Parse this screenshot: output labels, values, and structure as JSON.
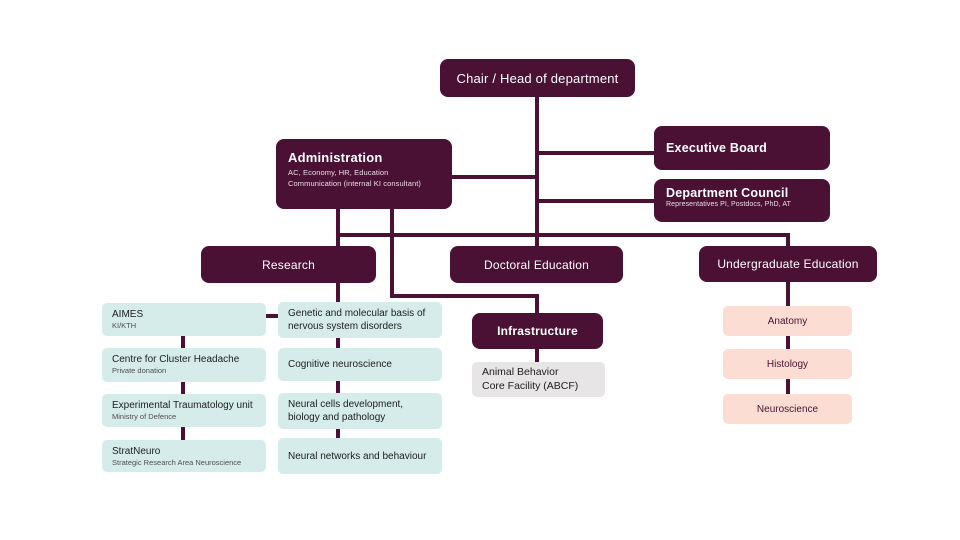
{
  "colors": {
    "maroon": "#4A1135",
    "teal": "#D6ECEA",
    "pink": "#FBDDD3",
    "gray": "#E7E5E5"
  },
  "nodes": {
    "chair": {
      "label": "Chair / Head of department"
    },
    "administration": {
      "label": "Administration",
      "sub1": "AC, Economy, HR, Education",
      "sub2": "Communication (internal KI consultant)"
    },
    "executive_board": {
      "label": "Executive Board"
    },
    "department_council": {
      "label": "Department Council",
      "sub": "Representatives PI, Postdocs, PhD, AT"
    },
    "research": {
      "label": "Research"
    },
    "doctoral_education": {
      "label": "Doctoral Education"
    },
    "undergraduate_education": {
      "label": "Undergraduate Education"
    },
    "infrastructure": {
      "label": "Infrastructure"
    },
    "abcf": {
      "line1": "Animal Behavior",
      "line2": "Core Facility (ABCF)"
    },
    "research_units": [
      {
        "title": "AIMES",
        "sub": "KI/KTH"
      },
      {
        "title": "Centre for Cluster Headache",
        "sub": "Private donation"
      },
      {
        "title": "Experimental Traumatology unit",
        "sub": "Ministry of Defence"
      },
      {
        "title": "StratNeuro",
        "sub": "Strategic Research Area Neuroscience"
      }
    ],
    "research_themes": [
      {
        "title": "Genetic and molecular basis of nervous system disorders"
      },
      {
        "title": "Cognitive neuroscience"
      },
      {
        "title": "Neural cells development, biology and pathology"
      },
      {
        "title": "Neural networks and behaviour"
      }
    ],
    "education_subjects": [
      {
        "title": "Anatomy"
      },
      {
        "title": "Histology"
      },
      {
        "title": "Neuroscience"
      }
    ]
  }
}
